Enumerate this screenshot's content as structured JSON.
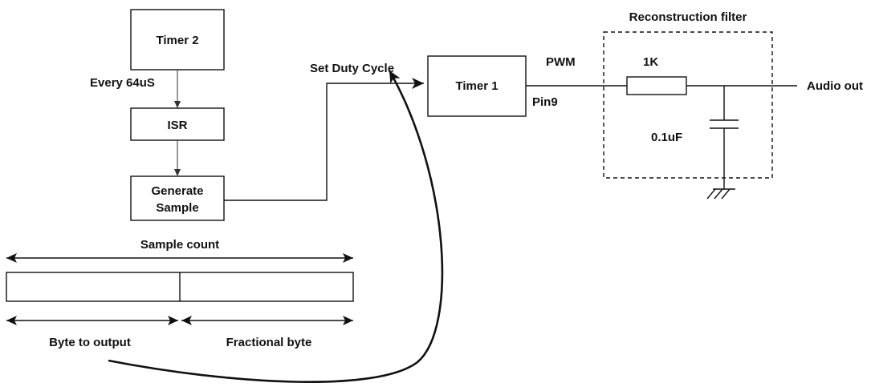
{
  "timer2": "Timer 2",
  "every": "Every 64uS",
  "isr": "ISR",
  "generate": [
    "Generate",
    "Sample"
  ],
  "set_duty": "Set Duty Cycle",
  "timer1": "Timer 1",
  "pwm": "PWM",
  "pin9": "Pin9",
  "filter_title": "Reconstruction filter",
  "resistor": "1K",
  "capacitor": "0.1uF",
  "audio_out": "Audio out",
  "sample_count": "Sample count",
  "byte_to_output": "Byte to output",
  "fractional_byte": "Fractional byte"
}
